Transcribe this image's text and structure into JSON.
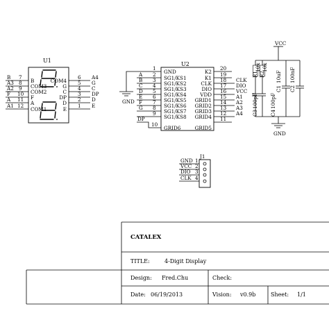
{
  "u1": {
    "ref": "U1",
    "left_pins": [
      {
        "num": "7",
        "signal": "B",
        "name": "B"
      },
      {
        "num": "8",
        "signal": "A3",
        "name": "COM3"
      },
      {
        "num": "9",
        "signal": "A2",
        "name": "COM2"
      },
      {
        "num": "10",
        "signal": "F",
        "name": "F"
      },
      {
        "num": "11",
        "signal": "A",
        "name": "A"
      },
      {
        "num": "12",
        "signal": "A1",
        "name": "COM1"
      }
    ],
    "right_pins": [
      {
        "num": "6",
        "signal": "A4",
        "name": "COM4"
      },
      {
        "num": "5",
        "signal": "G",
        "name": "G"
      },
      {
        "num": "4",
        "signal": "C",
        "name": "C"
      },
      {
        "num": "3",
        "signal": "DP",
        "name": "DP"
      },
      {
        "num": "2",
        "signal": "D",
        "name": "D"
      },
      {
        "num": "1",
        "signal": "E",
        "name": "E"
      }
    ]
  },
  "u2": {
    "ref": "U2",
    "left_pins": [
      {
        "num": "1",
        "signal": "",
        "name": "GND"
      },
      {
        "num": "2",
        "signal": "A",
        "name": "SG1/KS1"
      },
      {
        "num": "3",
        "signal": "B",
        "name": "SG1/KS2"
      },
      {
        "num": "4",
        "signal": "C",
        "name": "SG1/KS3"
      },
      {
        "num": "5",
        "signal": "D",
        "name": "SG1/KS4"
      },
      {
        "num": "6",
        "signal": "E",
        "name": "SG1/KS5"
      },
      {
        "num": "7",
        "signal": "F",
        "name": "SG1/KS6"
      },
      {
        "num": "8",
        "signal": "G",
        "name": "SG1/KS7"
      },
      {
        "num": "9",
        "signal": "DP",
        "name": "SG1/KS8"
      },
      {
        "num": "10",
        "signal": "",
        "name": "GRID6"
      }
    ],
    "right_pins": [
      {
        "num": "20",
        "signal": "",
        "name": "K2"
      },
      {
        "num": "19",
        "signal": "",
        "name": "K1"
      },
      {
        "num": "18",
        "signal": "CLK",
        "name": "CLK"
      },
      {
        "num": "17",
        "signal": "DIO",
        "name": "DIO"
      },
      {
        "num": "16",
        "signal": "VCC",
        "name": "VDD"
      },
      {
        "num": "15",
        "signal": "A1",
        "name": "GRID1"
      },
      {
        "num": "14",
        "signal": "A2",
        "name": "GRID2"
      },
      {
        "num": "13",
        "signal": "A3",
        "name": "GRID3"
      },
      {
        "num": "12",
        "signal": "A4",
        "name": "GRID4"
      },
      {
        "num": "11",
        "signal": "",
        "name": "GRID5"
      }
    ]
  },
  "power": {
    "vcc": "VCC",
    "gnd_u2": "GND",
    "gnd_caps": "GND"
  },
  "parts": {
    "r1_ref": "R1",
    "r1_val": "10k",
    "r2_ref": "R2",
    "r2_val": "10k",
    "c1_ref": "C1",
    "c1_val": "10uF",
    "c2_ref": "C2",
    "c2_val": "100nF",
    "c3_ref": "C3",
    "c3_val": "100pF",
    "c4_ref": "C4",
    "c4_val": "100pF"
  },
  "j1": {
    "ref": "J1",
    "pins": [
      {
        "num": "1",
        "signal": "GND"
      },
      {
        "num": "2",
        "signal": "VCC"
      },
      {
        "num": "3",
        "signal": "DIO"
      },
      {
        "num": "4",
        "signal": "CLK"
      }
    ]
  },
  "title_block": {
    "company": "CATALEX",
    "title_label": "TITLE:",
    "title_value": "4-Digit Display",
    "design_label": "Design:",
    "design_value": "Fred.Chu",
    "check_label": "Check:",
    "date_label": "Date:",
    "date_value": "06/19/2013",
    "vision_label": "Vision:",
    "vision_value": "v0.9b",
    "sheet_label": "Sheet:",
    "sheet_value": "1/1"
  }
}
